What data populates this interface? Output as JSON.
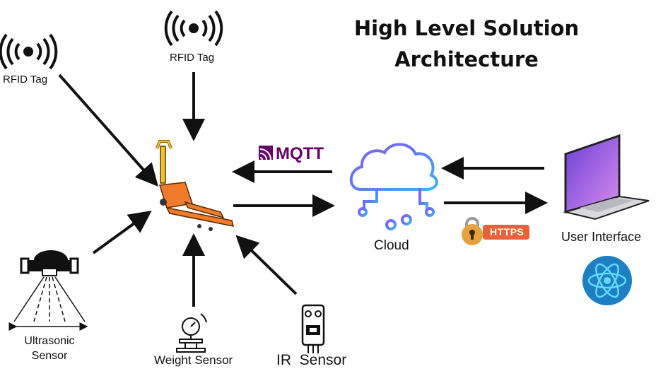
{
  "title_line1": "High Level Solution",
  "title_line2": "Architecture",
  "labels": {
    "rfid_left": "RFID Tag",
    "rfid_top": "RFID Tag",
    "ultrasonic_line1": "Ultrasonic",
    "ultrasonic_line2": "Sensor",
    "weight": "Weight Sensor",
    "ir": "IR  Sensor",
    "cloud": "Cloud",
    "ui": "User Interface",
    "mqtt": "MQTT",
    "https": "HTTPS"
  },
  "colors": {
    "arrow": "#111111",
    "mqtt": "#660066",
    "https": "#e8613a",
    "pallet_jack": "#f07b2a",
    "handle": "#f2c228",
    "react_bg": "#1e7fc4"
  },
  "icons": [
    "rfid-icon",
    "pallet-jack-icon",
    "cloud-icon",
    "laptop-icon",
    "ultrasonic-sensor-icon",
    "weight-sensor-icon",
    "ir-sensor-icon",
    "react-icon",
    "lock-icon"
  ]
}
